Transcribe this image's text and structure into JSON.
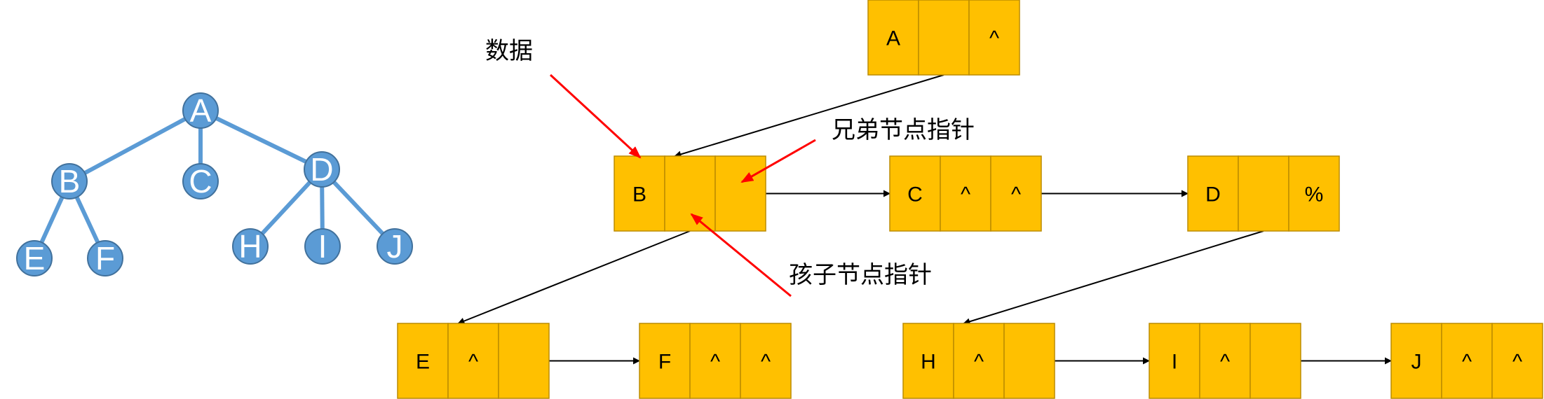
{
  "colors": {
    "tree_node": "#5b9bd5",
    "tree_node_stroke": "#41719c",
    "tree_edge": "#5b9bd5",
    "cell_fill": "#ffc000",
    "cell_stroke": "#bc8c00",
    "link_arrow": "#000000",
    "pointer_arrow": "#ff0000"
  },
  "tree": {
    "nodes": [
      {
        "id": "A",
        "label": "A"
      },
      {
        "id": "B",
        "label": "B"
      },
      {
        "id": "C",
        "label": "C"
      },
      {
        "id": "D",
        "label": "D"
      },
      {
        "id": "E",
        "label": "E"
      },
      {
        "id": "F",
        "label": "F"
      },
      {
        "id": "H",
        "label": "H"
      },
      {
        "id": "I",
        "label": "I"
      },
      {
        "id": "J",
        "label": "J"
      }
    ],
    "edges": [
      [
        "A",
        "B"
      ],
      [
        "A",
        "C"
      ],
      [
        "A",
        "D"
      ],
      [
        "B",
        "E"
      ],
      [
        "B",
        "F"
      ],
      [
        "D",
        "H"
      ],
      [
        "D",
        "I"
      ],
      [
        "D",
        "J"
      ]
    ]
  },
  "list_nodes": [
    {
      "id": "A",
      "cells": [
        "A",
        "",
        "^"
      ]
    },
    {
      "id": "B",
      "cells": [
        "B",
        "",
        ""
      ]
    },
    {
      "id": "C",
      "cells": [
        "C",
        "^",
        "^"
      ]
    },
    {
      "id": "D",
      "cells": [
        "D",
        "",
        "%"
      ]
    },
    {
      "id": "E",
      "cells": [
        "E",
        "^",
        ""
      ]
    },
    {
      "id": "F",
      "cells": [
        "F",
        "^",
        "^"
      ]
    },
    {
      "id": "H",
      "cells": [
        "H",
        "^",
        ""
      ]
    },
    {
      "id": "I",
      "cells": [
        "I",
        "^",
        ""
      ]
    },
    {
      "id": "J",
      "cells": [
        "J",
        "^",
        "^"
      ]
    }
  ],
  "annotations": {
    "data": "数据",
    "sibling_pointer": "兄弟节点指针",
    "child_pointer": "孩子节点指针"
  }
}
